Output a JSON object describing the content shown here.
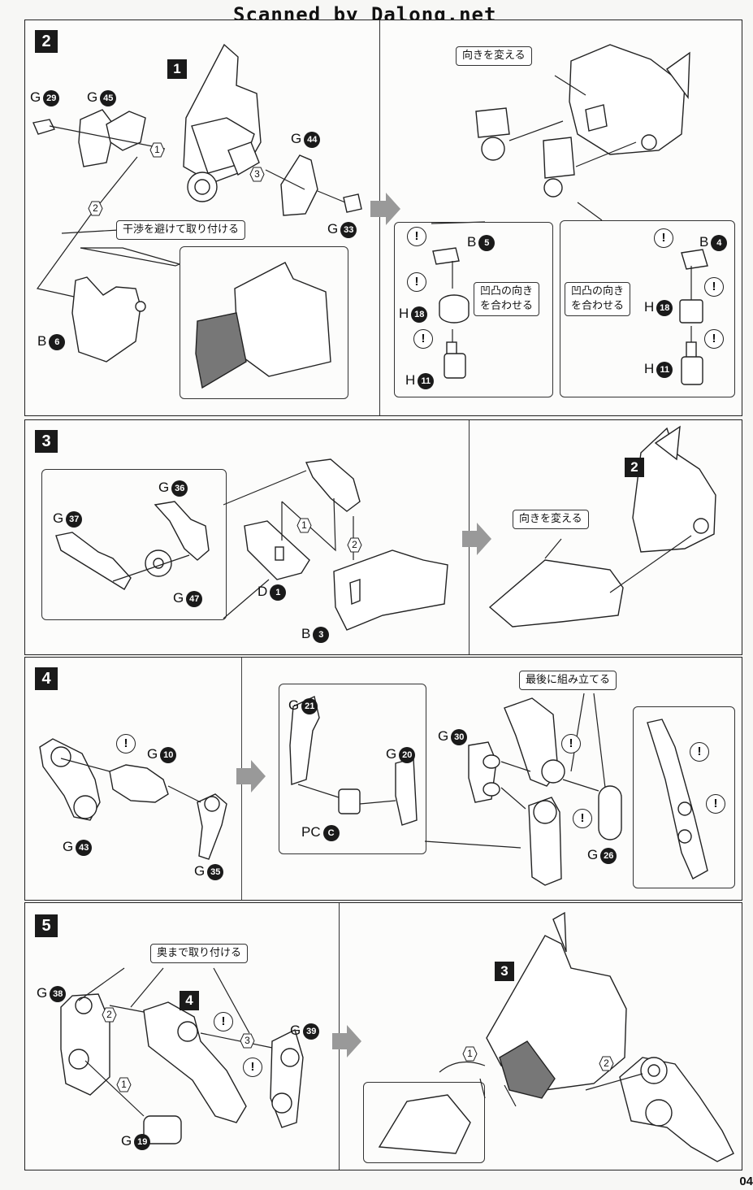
{
  "watermark": "Scanned by Dalong.net",
  "page_number": "04",
  "steps": [
    {
      "badge": "2",
      "sub_badges": [
        "1"
      ],
      "callouts": [
        "干渉を避けて取り付ける",
        "向きを変える",
        "凹凸の向き\nを合わせる",
        "凹凸の向き\nを合わせる"
      ],
      "parts": [
        {
          "runner": "G",
          "num": "29"
        },
        {
          "runner": "G",
          "num": "45"
        },
        {
          "runner": "G",
          "num": "44"
        },
        {
          "runner": "G",
          "num": "33"
        },
        {
          "runner": "B",
          "num": "6"
        },
        {
          "runner": "B",
          "num": "5"
        },
        {
          "runner": "H",
          "num": "18"
        },
        {
          "runner": "H",
          "num": "11"
        },
        {
          "runner": "B",
          "num": "4"
        },
        {
          "runner": "H",
          "num": "18"
        },
        {
          "runner": "H",
          "num": "11"
        }
      ]
    },
    {
      "badge": "3",
      "sub_badges": [
        "2"
      ],
      "callouts": [
        "向きを変える"
      ],
      "parts": [
        {
          "runner": "G",
          "num": "36"
        },
        {
          "runner": "G",
          "num": "37"
        },
        {
          "runner": "G",
          "num": "47"
        },
        {
          "runner": "D",
          "num": "1"
        },
        {
          "runner": "B",
          "num": "3"
        }
      ]
    },
    {
      "badge": "4",
      "callouts": [
        "最後に組み立てる"
      ],
      "parts": [
        {
          "runner": "G",
          "num": "10"
        },
        {
          "runner": "G",
          "num": "43"
        },
        {
          "runner": "G",
          "num": "35"
        },
        {
          "runner": "G",
          "num": "21"
        },
        {
          "runner": "G",
          "num": "20"
        },
        {
          "runner": "PC",
          "num": "C"
        },
        {
          "runner": "G",
          "num": "30"
        },
        {
          "runner": "G",
          "num": "26"
        }
      ]
    },
    {
      "badge": "5",
      "sub_badges": [
        "4",
        "3"
      ],
      "callouts": [
        "奥まで取り付ける"
      ],
      "parts": [
        {
          "runner": "G",
          "num": "38"
        },
        {
          "runner": "G",
          "num": "39"
        },
        {
          "runner": "G",
          "num": "19"
        }
      ]
    }
  ],
  "caution_mark": "!",
  "order_marks": [
    "1",
    "2",
    "3"
  ]
}
